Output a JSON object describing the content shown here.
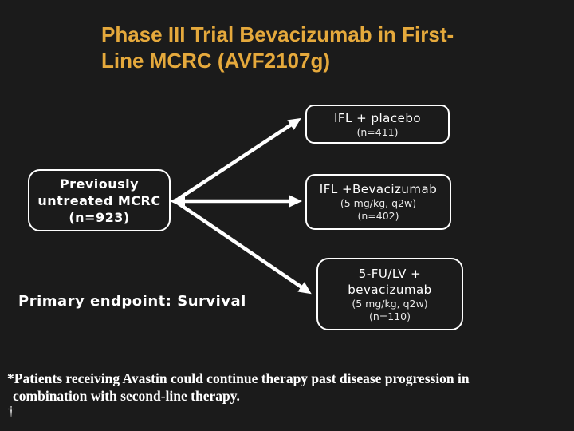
{
  "slide": {
    "title": {
      "line1": "Phase III Trial Bevacizumab in First-",
      "line2": "Line MCRC (AVF2107g)"
    },
    "population_box": {
      "line1": "Previously",
      "line2": "untreated MCRC",
      "line3": "(n=923)"
    },
    "arms": [
      {
        "name": "IFL + placebo",
        "n": "(n=411)"
      },
      {
        "name": "IFL +Bevacizumab",
        "dose": "(5 mg/kg, q2w)",
        "n": "(n=402)"
      },
      {
        "name_line1": "5-FU/LV +",
        "name_line2": "bevacizumab",
        "dose": "(5 mg/kg, q2w)",
        "n": "(n=110)"
      }
    ],
    "primary_endpoint": "Primary endpoint: Survival",
    "footnote": {
      "line1": "*Patients receiving Avastin could continue therapy past disease progression in",
      "line2": "combination with second-line therapy.",
      "dagger": "†"
    },
    "colors": {
      "background": "#1B1B1B",
      "title_gold": "#E5A93C",
      "text_white": "#FFFFFF",
      "arrow_white": "#FFFFFF"
    }
  }
}
